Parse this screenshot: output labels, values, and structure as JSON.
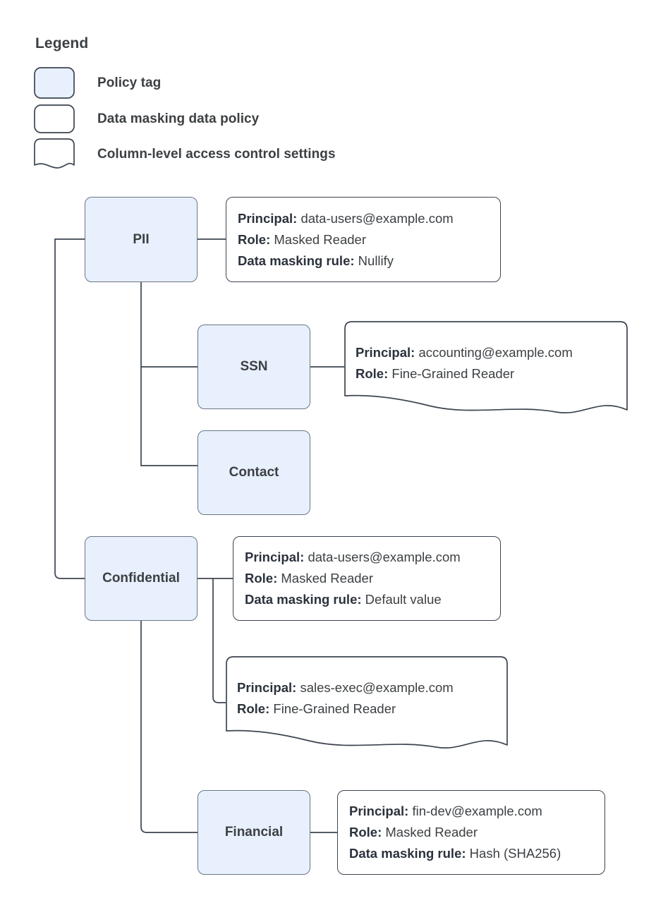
{
  "legend": {
    "title": "Legend",
    "items": [
      {
        "shape": "policy-tag-swatch",
        "label": "Policy tag"
      },
      {
        "shape": "data-policy-swatch",
        "label": "Data masking data policy"
      },
      {
        "shape": "access-control-swatch",
        "label": "Column-level access control settings"
      }
    ]
  },
  "colors": {
    "policy_tag_fill": "#e8f0fe",
    "policy_tag_stroke": "#6b7684",
    "box_stroke": "#3c4450",
    "text": "#3c4043",
    "edge": "#3c4450"
  },
  "nodes": [
    {
      "id": "pii",
      "label": "PII"
    },
    {
      "id": "ssn",
      "label": "SSN"
    },
    {
      "id": "contact",
      "label": "Contact"
    },
    {
      "id": "confidential",
      "label": "Confidential"
    },
    {
      "id": "financial",
      "label": "Financial"
    }
  ],
  "labels": {
    "principal": "Principal:",
    "role": "Role:",
    "data_masking_rule": "Data masking rule:"
  },
  "settings": {
    "pii": {
      "type": "data-masking-data-policy",
      "principal": "data-users@example.com",
      "role": "Masked Reader",
      "data_masking_rule": "Nullify"
    },
    "ssn": {
      "type": "column-level-access-control",
      "principal": "accounting@example.com",
      "role": "Fine-Grained Reader"
    },
    "confidential": {
      "type": "data-masking-data-policy",
      "principal": "data-users@example.com",
      "role": "Masked Reader",
      "data_masking_rule": "Default value"
    },
    "confidential_acl": {
      "type": "column-level-access-control",
      "principal": "sales-exec@example.com",
      "role": "Fine-Grained Reader"
    },
    "financial": {
      "type": "data-masking-data-policy",
      "principal": "fin-dev@example.com",
      "role": "Masked Reader",
      "data_masking_rule": "Hash (SHA256)"
    }
  }
}
